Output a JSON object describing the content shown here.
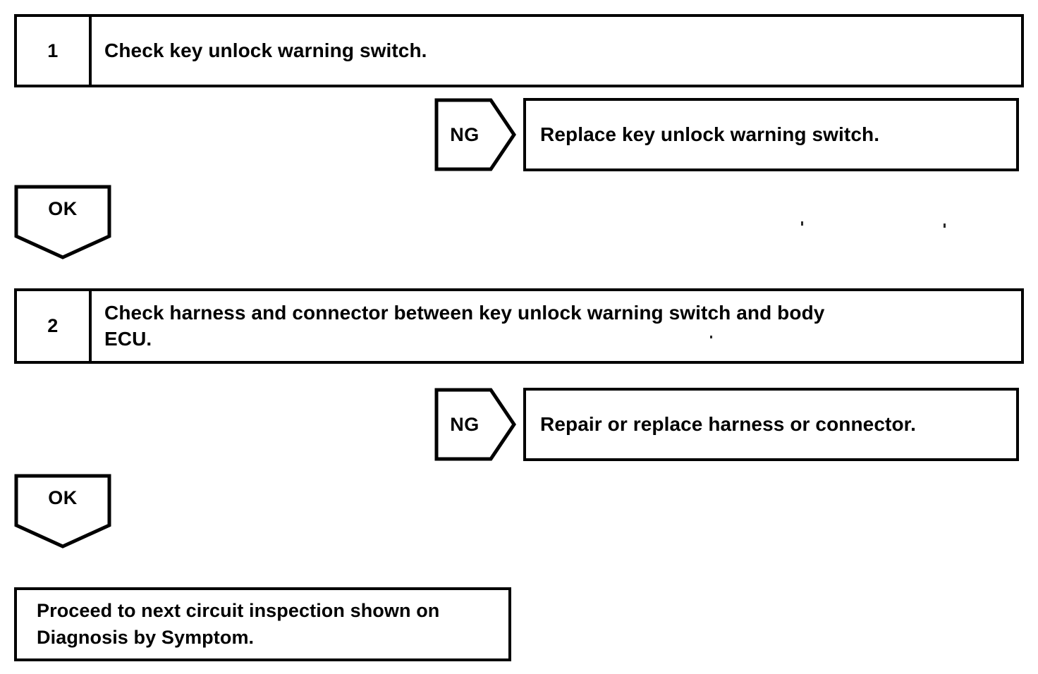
{
  "document": {
    "type": "diagnostic-flowchart",
    "title": "Key unlock warning switch circuit inspection",
    "ink_color": "#000000",
    "background_color": "#ffffff"
  },
  "steps": [
    {
      "number": "1",
      "text": "Check key unlock warning switch."
    },
    {
      "number": "2",
      "text": "Check harness and connector between key unlock warning switch and body\nECU."
    }
  ],
  "branches": [
    {
      "label": "NG",
      "action": "Replace key unlock warning switch."
    },
    {
      "label": "NG",
      "action": "Repair or replace harness or connector."
    }
  ],
  "pass_markers": [
    {
      "label": "OK"
    },
    {
      "label": "OK"
    }
  ],
  "final": {
    "text": "Proceed to next circuit inspection shown on\nDiagnosis by Symptom."
  }
}
